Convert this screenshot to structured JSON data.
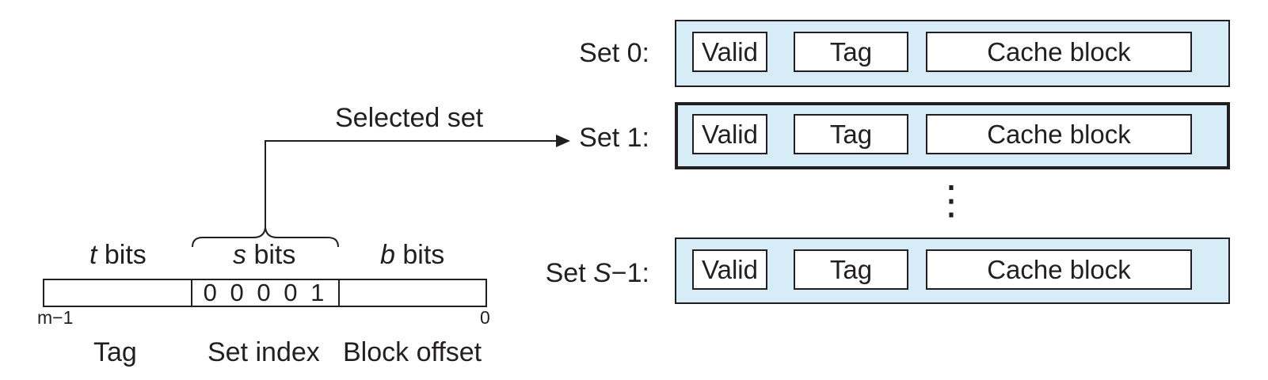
{
  "address": {
    "field_headers": {
      "tag_var": "t",
      "tag_suffix": " bits",
      "set_var": "s",
      "set_suffix": " bits",
      "block_var": "b",
      "block_suffix": " bits"
    },
    "set_index_value": "0 0 0 0 1",
    "msb_label": "m−1",
    "lsb_label": "0",
    "field_names": {
      "tag": "Tag",
      "set_index": "Set index",
      "block_offset": "Block offset"
    }
  },
  "arrow_label": "Selected set",
  "sets": [
    {
      "prefix": "Set 0:",
      "var": "",
      "suffix": "",
      "selected": false,
      "cells": {
        "valid": "Valid",
        "tag": "Tag",
        "block": "Cache block"
      }
    },
    {
      "prefix": "Set 1:",
      "var": "",
      "suffix": "",
      "selected": true,
      "cells": {
        "valid": "Valid",
        "tag": "Tag",
        "block": "Cache block"
      }
    },
    {
      "prefix": "Set ",
      "var": "S",
      "suffix": "−1:",
      "selected": false,
      "cells": {
        "valid": "Valid",
        "tag": "Tag",
        "block": "Cache block"
      }
    }
  ],
  "ellipsis": "⋮",
  "colors": {
    "set_fill": "#d6ecf6",
    "stroke": "#231f20",
    "cell_fill": "#ffffff"
  }
}
